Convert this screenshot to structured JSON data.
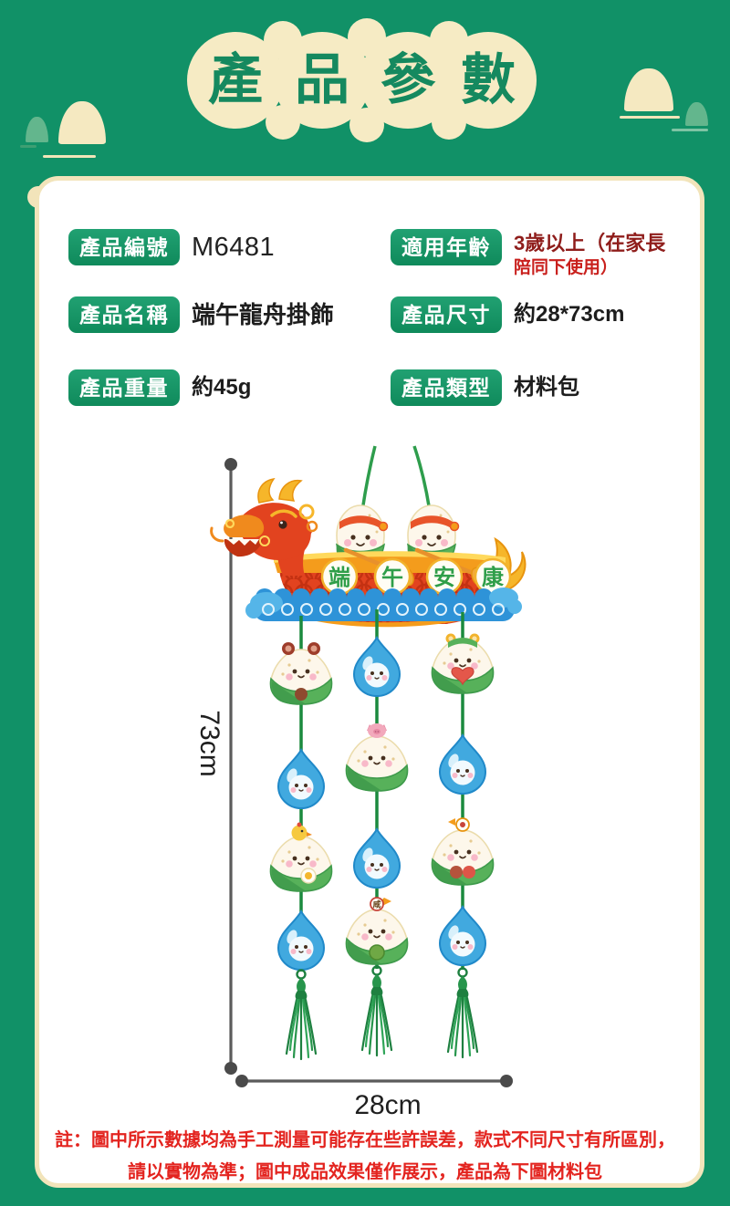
{
  "header": {
    "title_chars": [
      "產",
      "品",
      "參",
      "數"
    ]
  },
  "specs": {
    "left": [
      {
        "label": "產品編號",
        "value": "M6481"
      },
      {
        "label": "產品名稱",
        "value": "端午龍舟掛飾"
      },
      {
        "label": "產品重量",
        "value": "約45g"
      }
    ],
    "right": [
      {
        "label": "適用年齡",
        "value": "3歲以上（在家長",
        "value2": "陪同下使用）"
      },
      {
        "label": "產品尺寸",
        "value": "約28*73cm"
      },
      {
        "label": "產品類型",
        "value": "材料包"
      }
    ]
  },
  "figure": {
    "banner_chars": [
      "端",
      "午",
      "安",
      "康"
    ],
    "height_label": "73cm",
    "width_label": "28cm",
    "charm_label_salty": "咸"
  },
  "note": {
    "line1": "註：圖中所示數據均為手工測量可能存在些許誤差，款式不同尺寸有所區別，",
    "line2": "請以實物為準；圖中成品效果僅作展示，產品為下圖材料包"
  },
  "colors": {
    "background_green": "#119167",
    "badge_green": "#17996A",
    "cream": "#F6EBC4",
    "title_green": "#15895F",
    "age_dark_red": "#8F1D1B",
    "age_red": "#C9201D",
    "note_red": "#E3241F",
    "boat_red": "#E2431F",
    "wave_blue": "#2E93D8",
    "string_green": "#1B8A3E"
  }
}
